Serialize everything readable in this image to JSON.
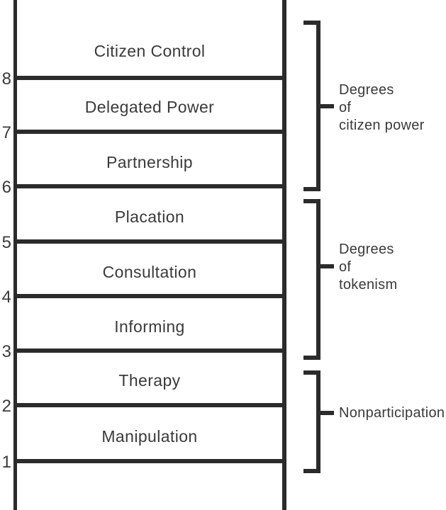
{
  "colors": {
    "line": "#2b2b2b",
    "text": "#3a3a3a",
    "background": "#ffffff"
  },
  "ladder": {
    "steps": [
      {
        "number": "8",
        "label": "Citizen Control"
      },
      {
        "number": "7",
        "label": "Delegated Power"
      },
      {
        "number": "6",
        "label": "Partnership"
      },
      {
        "number": "5",
        "label": "Placation"
      },
      {
        "number": "4",
        "label": "Consultation"
      },
      {
        "number": "3",
        "label": "Informing"
      },
      {
        "number": "2",
        "label": "Therapy"
      },
      {
        "number": "1",
        "label": "Manipulation"
      }
    ]
  },
  "groups": [
    {
      "lines": [
        "Degrees",
        "of",
        "citizen power"
      ],
      "covers": [
        "Citizen Control",
        "Delegated Power",
        "Partnership"
      ]
    },
    {
      "lines": [
        "Degrees",
        "of",
        "tokenism"
      ],
      "covers": [
        "Placation",
        "Consultation",
        "Informing"
      ]
    },
    {
      "lines": [
        "Nonparticipation"
      ],
      "covers": [
        "Therapy",
        "Manipulation"
      ]
    }
  ]
}
